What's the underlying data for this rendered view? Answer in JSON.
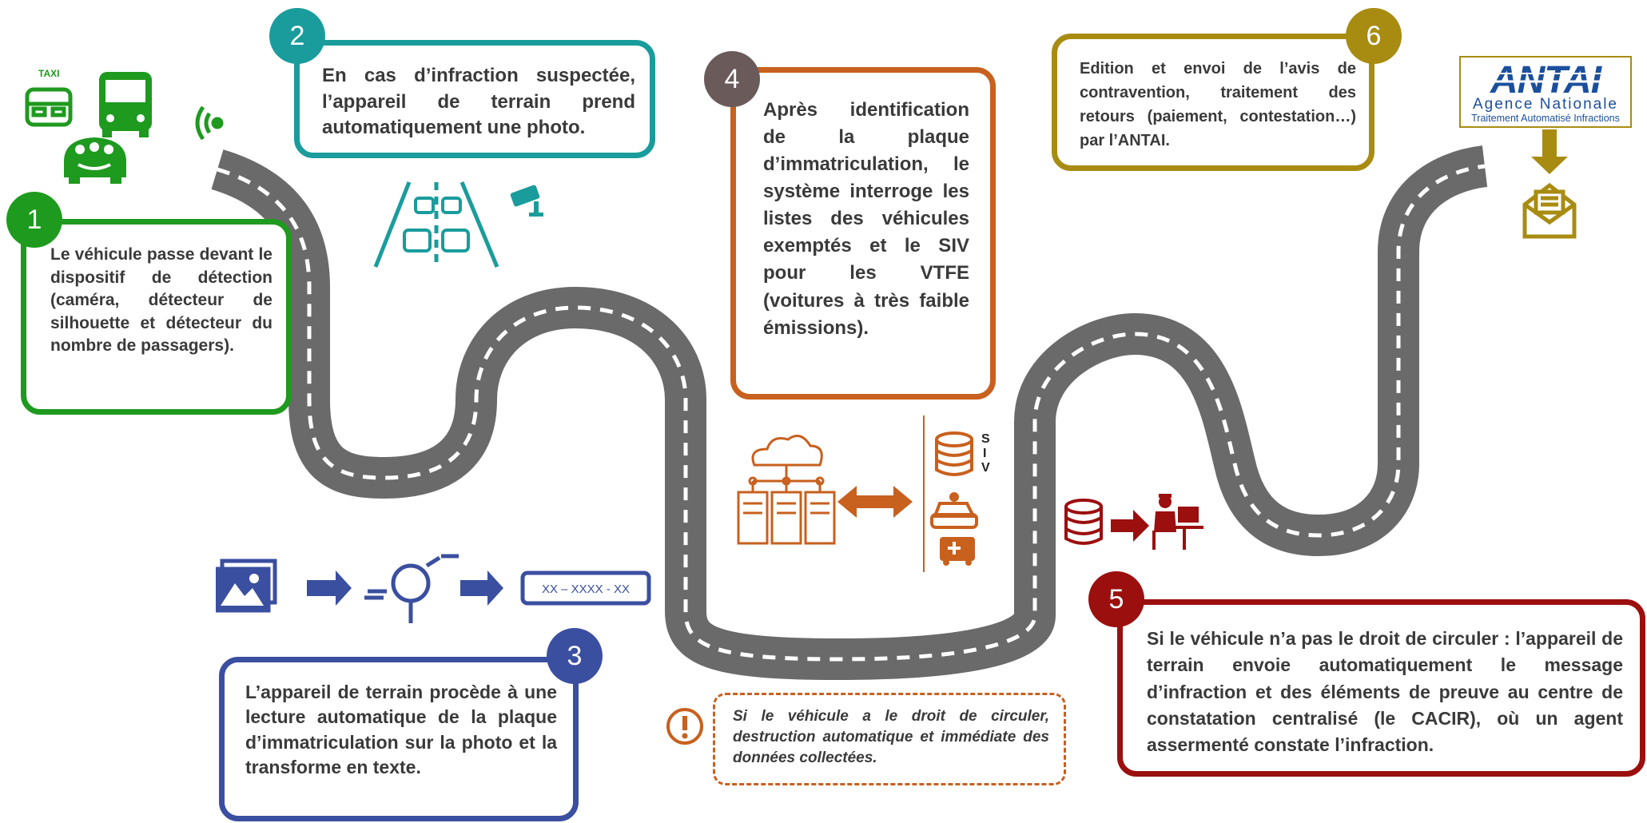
{
  "colors": {
    "step1": "#1e9a1e",
    "step2": "#1a9c9c",
    "step3": "#3b4fa0",
    "step4": "#c8601e",
    "step5": "#9b0f0f",
    "step6": "#a88c12",
    "road": "#6a6a6a",
    "road_dash": "#ffffff",
    "antai_blue": "#1b4f9c"
  },
  "steps": [
    {
      "number": "1",
      "text": "Le véhicule passe devant le dispositif de détection (caméra, détecteur de silhouette et détecteur du nombre de passagers)."
    },
    {
      "number": "2",
      "text": "En cas d’infraction suspectée, l’appareil de terrain prend automatiquement une photo."
    },
    {
      "number": "3",
      "text": "L’appareil de terrain procède à une lecture automatique de la plaque d’immatriculation sur la photo et la transforme en texte."
    },
    {
      "number": "4",
      "text": "Après identification de la plaque d’immatriculation, le système interroge les listes des véhicules exemptés et le SIV pour les VTFE (voitures à très faible émissions)."
    },
    {
      "number": "5",
      "text": "Si le véhicule n’a pas le droit de circuler : l’appareil de terrain envoie automatiquement le message d’infraction et des éléments de preuve au centre de constatation centralisé (le CACIR), où un agent assermenté constate l’infraction."
    },
    {
      "number": "6",
      "text": "Edition et envoi de l’avis de contravention, traitement des retours (paiement, contestation…) par l’ANTAI."
    }
  ],
  "note": {
    "text": "Si le véhicule a le droit de circuler, destruction automatique et immédiate des données collectées."
  },
  "icons": {
    "taxi_label": "TAXI",
    "plate_text": "XX – XXXX - XX",
    "siv_letters": [
      "S",
      "I",
      "V"
    ],
    "antai_logo": "ANTAI",
    "antai_line1": "Agence Nationale",
    "antai_line2": "Traitement Automatisé Infractions"
  }
}
